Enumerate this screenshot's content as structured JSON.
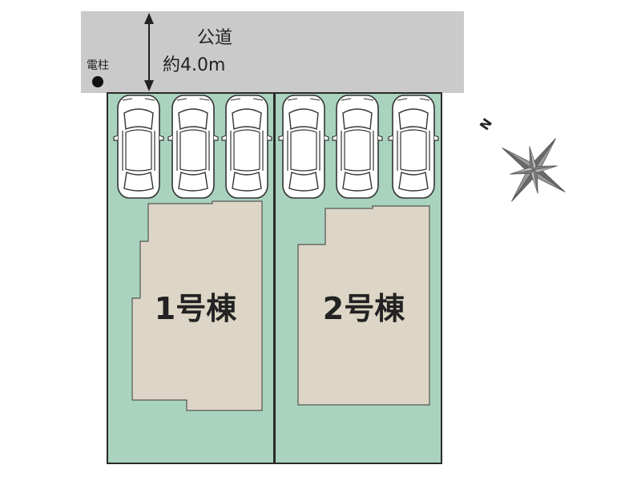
{
  "road": {
    "name": "公道",
    "width_label": "約4.0m",
    "pole_label": "電柱"
  },
  "compass": {
    "north_label": "N"
  },
  "lots": [
    {
      "label": "1号棟",
      "parking_spaces": 3
    },
    {
      "label": "2号棟",
      "parking_spaces": 3
    }
  ],
  "colors": {
    "road": "#cacaca",
    "lot": "#a9d3be",
    "building": "#ddd6c6",
    "outline": "#2a2a2a"
  }
}
